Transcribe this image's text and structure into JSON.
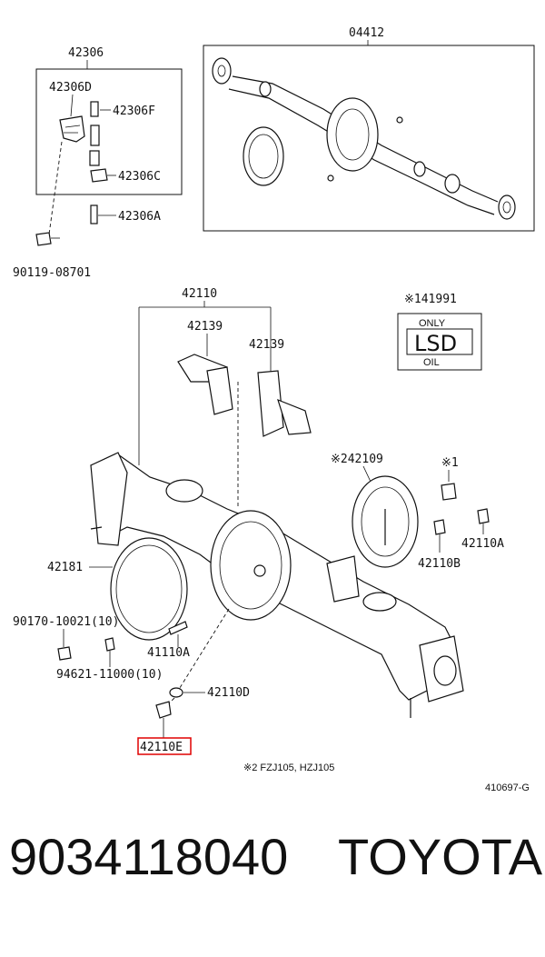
{
  "labels": {
    "l42306": "42306",
    "l42306D": "42306D",
    "l42306F": "42306F",
    "l42306C": "42306C",
    "l42306A": "42306A",
    "l90119": "90119-08701",
    "l04412": "04412",
    "l42110": "42110",
    "l42139a": "42139",
    "l42139b": "42139",
    "l141991": "※141991",
    "lsd_only": "ONLY",
    "lsd_main": "LSD",
    "lsd_oil": "OIL",
    "l42109": "※242109",
    "lx1": "※1",
    "l42110A": "42110A",
    "l42110B": "42110B",
    "l42181": "42181",
    "l90170": "90170-10021(10)",
    "l41110A": "41110A",
    "l94621": "94621-11000(10)",
    "l42110D": "42110D",
    "l42110E": "42110E",
    "note": "※2 FZJ105, HZJ105",
    "ref": "410697-G"
  },
  "footer": {
    "part_number": "9034118040",
    "brand": "TOYOTA"
  },
  "highlight_color": "#e00000"
}
